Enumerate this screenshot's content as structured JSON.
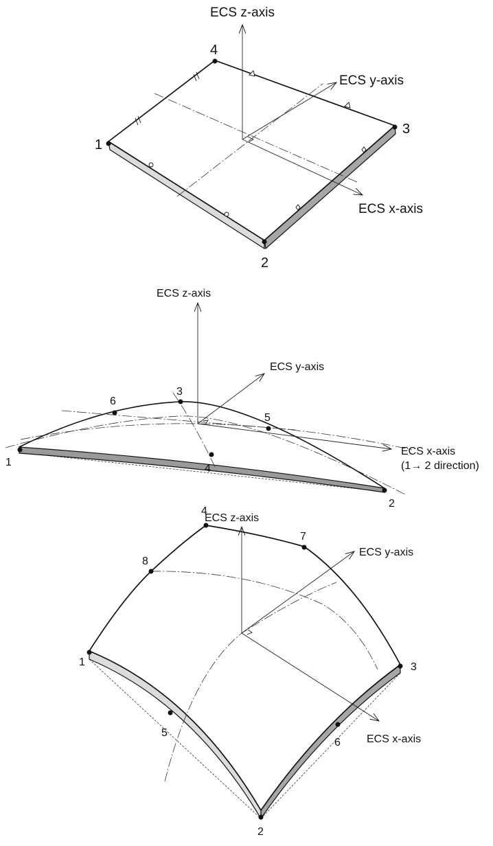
{
  "panels": [
    {
      "id": "flat-shell",
      "axis_labels": {
        "z": "ECS z-axis",
        "y": "ECS y-axis",
        "x": "ECS x-axis"
      },
      "node_labels": [
        "1",
        "2",
        "3",
        "4"
      ]
    },
    {
      "id": "curved-beam",
      "axis_labels": {
        "z": "ECS z-axis",
        "y": "ECS y-axis",
        "x": "ECS x-axis",
        "x_note": "(1→ 2 direction)"
      },
      "node_labels": [
        "1",
        "2",
        "3",
        "4",
        "5",
        "6"
      ]
    },
    {
      "id": "curved-shell",
      "axis_labels": {
        "z": "ECS z-axis",
        "y": "ECS y-axis",
        "x": "ECS x-axis"
      },
      "node_labels": [
        "1",
        "2",
        "3",
        "4",
        "5",
        "6",
        "7",
        "8"
      ]
    }
  ],
  "colors": {
    "light_face": "#dcdcdc",
    "dark_face": "#a6a6a6",
    "beam_face": "#9a9a9a",
    "line": "#111111"
  }
}
